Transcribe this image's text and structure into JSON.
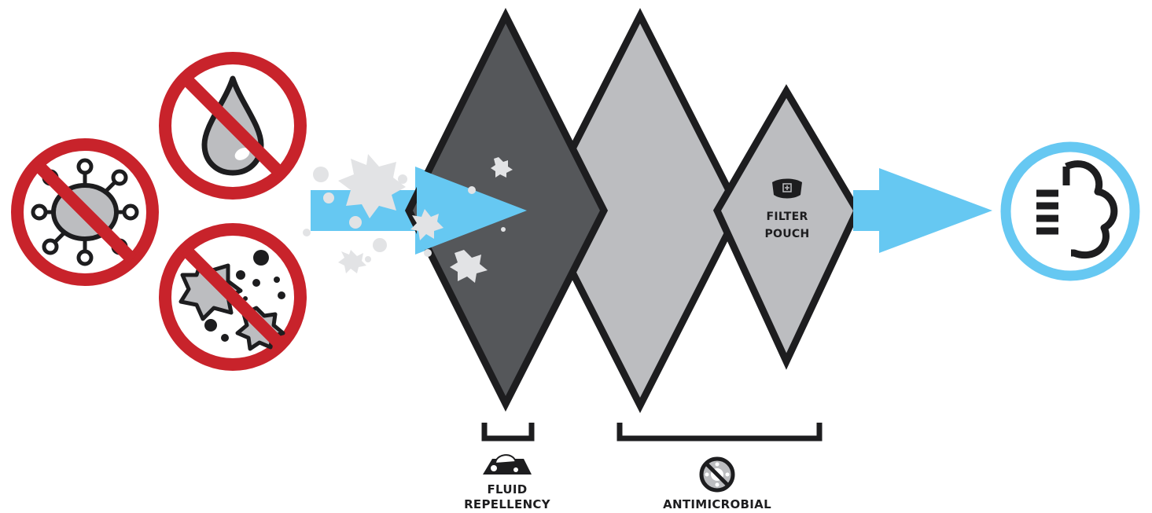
{
  "labels": {
    "filter_pouch_line1": "FILTER",
    "filter_pouch_line2": "POUCH",
    "fluid_repellency_line1": "FLUID",
    "fluid_repellency_line2": "REPELLENCY",
    "antimicrobial": "ANTIMICROBIAL"
  },
  "icons": {
    "blocked": [
      "virus-icon",
      "droplet-icon",
      "particles-icon"
    ],
    "output": "clean-air-icon",
    "filter_pouch": "mask-icon",
    "fluid_repellency": "fluid-repellent-icon",
    "antimicrobial": "antimicrobial-icon"
  },
  "colors": {
    "prohibit_red": "#c8232b",
    "airflow_blue": "#66c8f2",
    "layer_dark": "#55575a",
    "layer_light": "#bcbdc0",
    "outline": "#1d1d1f",
    "particle_grey": "#e2e3e5"
  }
}
